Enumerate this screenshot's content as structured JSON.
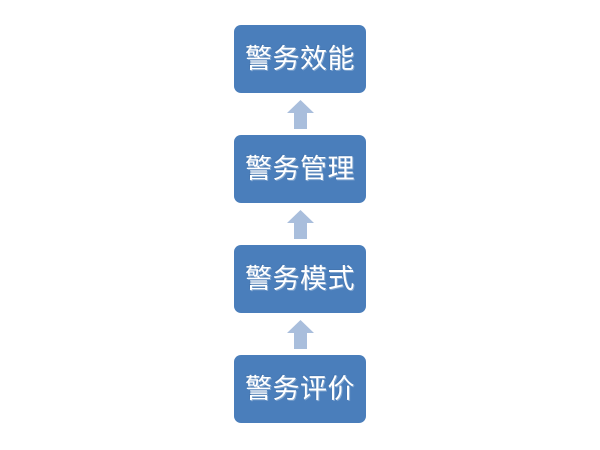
{
  "diagram": {
    "type": "vertical-flow",
    "orientation": "bottom-to-top",
    "background_color": "#FFFFFF",
    "node_fill_color": "#4A7EBB",
    "node_text_color": "#FFFFFF",
    "arrow_color": "#A9BEDC",
    "nodes": [
      {
        "id": "node-1",
        "label": "警务效能",
        "position": "top"
      },
      {
        "id": "node-2",
        "label": "警务管理",
        "position": "second"
      },
      {
        "id": "node-3",
        "label": "警务模式",
        "position": "third"
      },
      {
        "id": "node-4",
        "label": "警务评价",
        "position": "bottom"
      }
    ],
    "connectors": [
      {
        "id": "arrow-1",
        "icon": "arrow-up-icon",
        "from": "警务管理",
        "to": "警务效能"
      },
      {
        "id": "arrow-2",
        "icon": "arrow-up-icon",
        "from": "警务模式",
        "to": "警务管理"
      },
      {
        "id": "arrow-3",
        "icon": "arrow-up-icon",
        "from": "警务评价",
        "to": "警务模式"
      }
    ]
  }
}
